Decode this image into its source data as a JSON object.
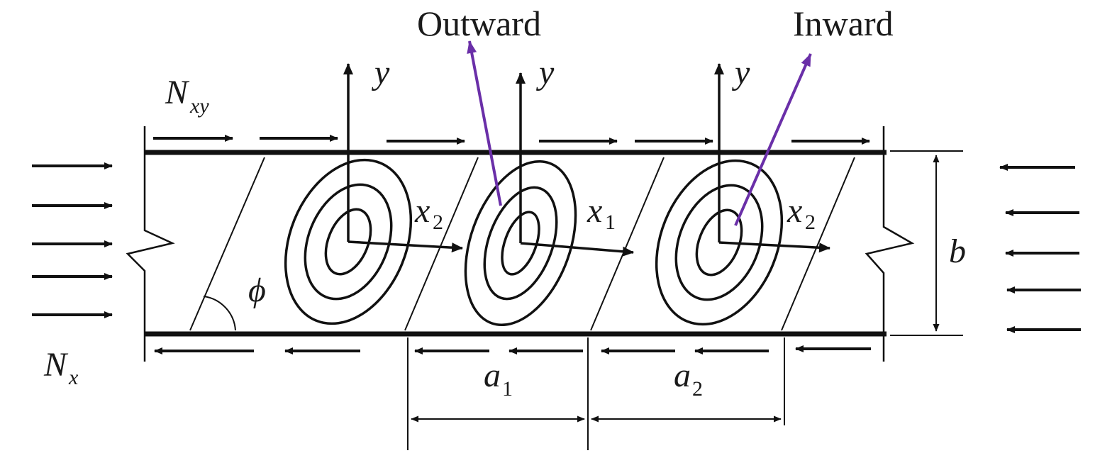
{
  "labels": {
    "outward": "Outward",
    "inward": "Inward",
    "nxy_main": "N",
    "nxy_sub": "xy",
    "nx_main": "N",
    "nx_sub": "x",
    "y": "y",
    "x": "x",
    "x1_sub": "1",
    "x2_sub": "2",
    "phi": "ϕ",
    "b": "b",
    "a": "a",
    "a1_sub": "1",
    "a2_sub": "2"
  },
  "colors": {
    "line": "#111111",
    "indicator": "#6a2fa8"
  }
}
